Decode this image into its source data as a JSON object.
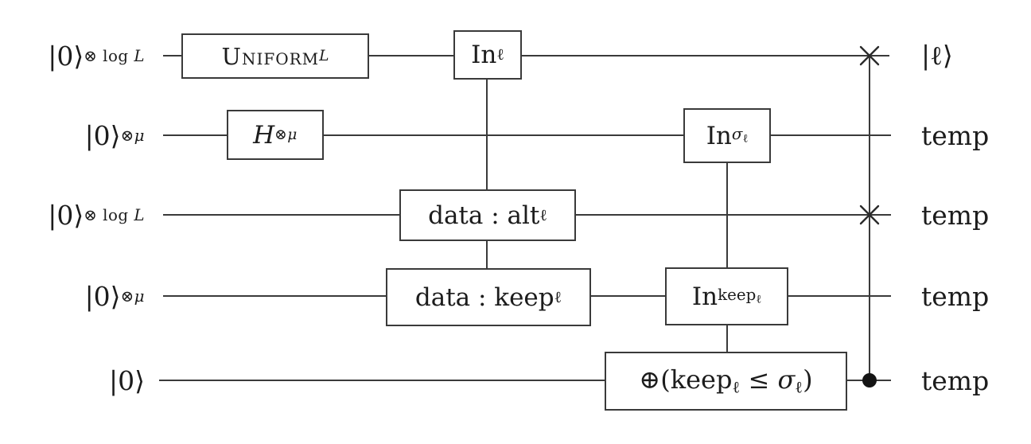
{
  "circuit": {
    "lines": [
      {
        "input": {
          "base": "|0⟩",
          "sup_roman": "⊗ log ",
          "sup_italic": "L"
        },
        "output": "|ℓ⟩"
      },
      {
        "input": {
          "base": "|0⟩",
          "sup_roman": "⊗",
          "sup_italic": "μ"
        },
        "output": "temp"
      },
      {
        "input": {
          "base": "|0⟩",
          "sup_roman": "⊗ log ",
          "sup_italic": "L"
        },
        "output": "temp"
      },
      {
        "input": {
          "base": "|0⟩",
          "sup_roman": "⊗",
          "sup_italic": "μ"
        },
        "output": "temp"
      },
      {
        "input": {
          "base": "|0⟩",
          "sup_roman": "",
          "sup_italic": ""
        },
        "output": "temp"
      }
    ],
    "gates": {
      "uniform": {
        "main": "Uniform",
        "sub": "L"
      },
      "in_ell": {
        "main": "In",
        "sub": "ℓ"
      },
      "hadamard": {
        "main": "H",
        "sup_roman": "⊗",
        "sup_italic": "μ"
      },
      "in_sigma": {
        "main": "In",
        "sub_italic": "σ",
        "subsub": "ℓ"
      },
      "data_alt": {
        "main": "data : alt",
        "sub": "ℓ"
      },
      "data_keep": {
        "main": "data : keep",
        "sub": "ℓ"
      },
      "in_keep": {
        "main": "In",
        "sub_roman": "keep",
        "subsub": "ℓ"
      },
      "oplus_compare": {
        "p1": "⊕(keep",
        "s1": "ℓ",
        "p2": " ≤ ",
        "p2_italic": "σ",
        "s2": "ℓ",
        "p3": ")"
      }
    },
    "symbols": {
      "swap_cross": "×",
      "control_dot": "●"
    },
    "colors": {
      "wire": "#3a3a3a",
      "text": "#1c1c1c",
      "background": "#ffffff"
    }
  }
}
